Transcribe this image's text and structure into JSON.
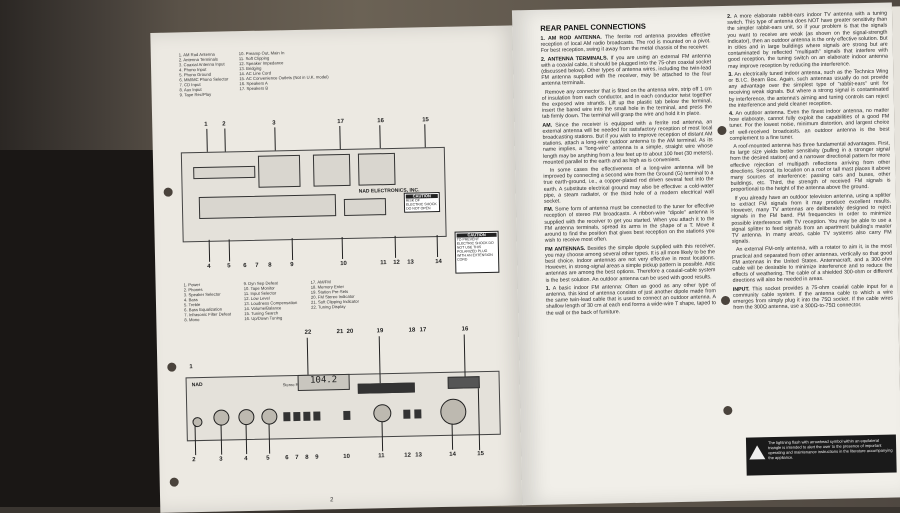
{
  "top_legend": {
    "col1": [
      "1. AM Rod Antenna",
      "2. Antenna Terminals",
      "3. Coaxial Antenna Input",
      "4. Phono Input",
      "5. Phono Ground",
      "6. MM/MC Phono Selector",
      "7. CD Input",
      "8. Aux Input",
      "9. Tape Rec/Play"
    ],
    "col2": [
      "10. Preamp Out, Main In",
      "11. Soft Clipping",
      "12. Speaker Impedance",
      "13. Bridging",
      "14. AC Line Cord",
      "15. AC Convenience Outlets (Not in U.K. model)",
      "16. Speakers A",
      "17. Speakers B"
    ]
  },
  "bottom_legend": {
    "col1": [
      "1. Power",
      "2. Phones",
      "3. Speaker Selector",
      "4. Bass",
      "5. Treble",
      "6. Bass Equalization",
      "7. Infrasonic Filter Defeat",
      "8. Mono"
    ],
    "col2": [
      "9. Dyn Sep Defeat",
      "10. Tape Monitor",
      "11. Input Selector",
      "12. Low Level",
      "13. Loudness Compensation",
      "14. Volume/Balance",
      "15. Tuning Search",
      "16. Up/Down Tuning"
    ],
    "col3": [
      "17. AM/FM",
      "18. Memory Enter",
      "19. Station Pre-Sets",
      "20. FM Stereo Indicator",
      "21. Soft Clipping Indicator",
      "22. Tuning Display"
    ]
  },
  "rear_panel": {
    "brand": "NAD ELECTRONICS, INC.",
    "caution_title": "CAUTION",
    "caution_text": "RISK OF ELECTRIC SHOCK DO NOT OPEN",
    "side_caution_title": "CAUTION",
    "side_caution_text": "TO PREVENT ELECTRIC SHOCK DO NOT USE THIS POLARIZED PLUG WITH AN EXTENSION CORD",
    "top_numbers": [
      "1",
      "2",
      "3",
      "17",
      "16",
      "15"
    ],
    "bottom_numbers": [
      "4",
      "5",
      "6",
      "7",
      "8",
      "9",
      "10",
      "11",
      "12",
      "13",
      "14"
    ]
  },
  "front_panel": {
    "brand": "NAD",
    "model": "Stereo Receiver 7100",
    "display": "104.2",
    "top_numbers": [
      "22",
      "21",
      "20",
      "19",
      "18",
      "17",
      "16"
    ],
    "bottom_numbers": [
      "2",
      "3",
      "4",
      "5",
      "6",
      "7",
      "8",
      "9",
      "10",
      "11",
      "12",
      "13",
      "14",
      "15"
    ],
    "top_left_number": "1"
  },
  "left_page_number": "2",
  "right_page": {
    "heading": "REAR PANEL CONNECTIONS",
    "col1": [
      {
        "title": "1. AM ROD ANTENNA.",
        "text": "The ferrite rod antenna provides effective reception of local AM radio broadcasts. The rod is mounted on a pivot. For best reception, swing it away from the metal chassis of the receiver."
      },
      {
        "title": "2. ANTENNA TERMINALS.",
        "text": "If you are using an external FM antenna with a coaxial cable, it should be plugged into the 75-ohm coaxial socket (discussed below). Other types of antenna wires, including the twin-lead FM antenna supplied with the receiver, may be attached to the four antenna terminals."
      },
      {
        "title": "",
        "text": "Remove any connector that is fitted on the antenna wire, strip off 1 cm of insulation from each conductor, and in each conductor twist together the exposed wire strands. Lift up the plastic tab below the terminal, insert the bared wire into the small hole in the terminal, and press the tab firmly down. The terminal will grasp the wire and hold it in place."
      },
      {
        "title": "AM.",
        "text": "Since the receiver is equipped with a ferrite rod antenna, an external antenna will be needed for satisfactory reception of most local broadcasting stations. But if you wish to improve reception of distant AM stations, attach a long-wire outdoor antenna to the AM terminal. As its name implies, a \"long-wire\" antenna is a simple, straight wire whose length may be anything from a few feet up to about 100 feet (30 meters), mounted parallel to the earth and as high as is convenient."
      },
      {
        "title": "",
        "text": "In some cases the effectiveness of a long-wire antenna will be improved by connecting a second wire from the Ground (G) terminal to a true earth-ground, i.e., a copper-plated rod driven several feet into the earth. A substitute electrical ground may also be effective: a cold-water pipe, a steam radiator, or the third hole of a modern electrical wall socket."
      },
      {
        "title": "FM.",
        "text": "Some form of antenna must be connected to the tuner for effective reception of stereo FM broadcasts. A ribbon-wire \"dipole\" antenna is supplied with the receiver to get you started. When you attach it to the FM antenna terminals, spread its arms in the shape of a T. Move it around to find the position that gives best reception on the stations you wish to receive most often."
      },
      {
        "title": "FM ANTENNAS.",
        "text": "Besides the simple dipole supplied with this receiver, you may choose among several other types. It is all more likely to be the best choice. Indoor antennas are not very effective in most locations. However, in strong-signal areas a simple pickup pattern is possible. Attic antennas are among the best options. Therefore a coaxial-cable system is the best solution. An outdoor antenna can be used with good results."
      },
      {
        "title": "1.",
        "text": "A basic indoor FM antenna: Often as good as any other type of antenna, this kind of antenna consists of just another dipole made from the same twin-lead cable that is used to connect an outdoor antenna. A shallow length of 30 cm at each end forms a wide-wire T shape, taped to the wall or the back of furniture."
      }
    ],
    "col2": [
      {
        "title": "2.",
        "text": "A more elaborate rabbit-ears indoor TV antenna with a tuning switch. This type of antenna does NOT have greater sensitivity than the simpler rabbit-ears unit, so if your problem is that the signals you want to receive are weak (as shown on the signal-strength indicator), then an outdoor antenna is the only effective solution. But in cities and in large buildings where signals are strong but are contaminated by reflected \"multipath\" signals that interfere with good reception, the tuning switch on an elaborate indoor antenna may improve reception by reducing the interference."
      },
      {
        "title": "3.",
        "text": "An electrically tuned indoor antenna, such as the Technics Wing or B.I.C. Beam Box. Again, such antennas usually do not provide any advantage over the simplest type of \"rabbit-ears\" unit for receiving weak signals. But where a strong signal is contaminated by interference, the antenna's aiming and tuning controls can reject the interference and yield cleaner reception."
      },
      {
        "title": "4.",
        "text": "An outdoor antenna. Even the finest indoor antenna, no matter how elaborate, cannot fully exploit the capabilities of a good FM tuner. For the lowest noise, minimum distortion, and largest choice of well-received broadcasts, an outdoor antenna is the best complement to a fine tuner."
      },
      {
        "title": "",
        "text": "A roof-mounted antenna has three fundamental advantages. First, its large size yields better sensitivity (pulling in a stronger signal from the desired station) and a narrower directional pattern for more effective rejection of multipath reflections arriving from other directions. Second, its location on a roof or tall mast places it above many sources of interference: passing cars and buses, other buildings, etc. Third, the strength of received FM signals is proportional to the height of the antenna above the ground."
      },
      {
        "title": "",
        "text": "If you already have an outdoor television antenna, using a splitter to extract FM signals from it may produce excellent results. However, many TV antennas are deliberately designed to reject signals in the FM band. FM frequencies in order to minimize possible interference with TV reception. You may be able to use a signal splitter to feed signals from an apartment building's master TV antenna. In many areas, cable TV systems also carry FM signals."
      },
      {
        "title": "",
        "text": "An external FM-only antenna, with a rotator to aim it, is the most practical and separated from other antennas, vertically so that good FM antennas in the United States. Antennacraft, and a 300-ohm cable will be desirable to minimize interference and to reduce the effects of weathering. The cable of a shielded 300-ohm or different directions will also be needed in areas."
      },
      {
        "title": "INPUT.",
        "text": "This socket provides a 75-ohm coaxial cable input for a community cable system. If the antenna cable to which a wire emerges from simply plug it into the 75Ω socket. If the cable wires from the 300Ω antenna, use a 300Ω-to-75Ω connector."
      },
      {
        "title": "",
        "text": "The lightning flash with arrowhead symbol within an equilateral triangle is intended to alert the user to the presence of important operating and maintenance instructions in the literature accompanying the appliance."
      }
    ]
  }
}
